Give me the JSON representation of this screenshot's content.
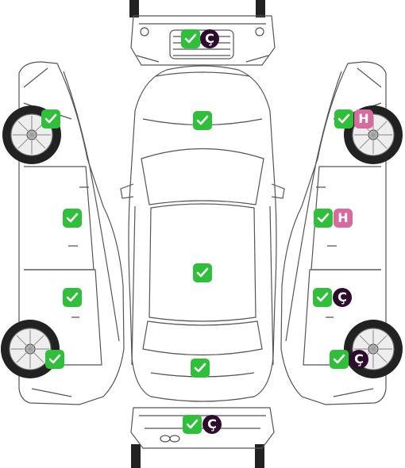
{
  "colors": {
    "ok": "#2fbf3a",
    "c_badge": "#2e0c2e",
    "h_badge": "#d96aa0",
    "line": "#555555",
    "tyre": "#222222"
  },
  "marks": {
    "front_bumper_ok": "check-icon",
    "front_bumper_badge": "Ç",
    "hood_ok": "check-icon",
    "roof_ok": "check-icon",
    "trunk_ok": "check-icon",
    "rear_bumper_ok": "check-icon",
    "rear_bumper_badge": "Ç",
    "left_front_fender_ok": "check-icon",
    "left_front_door_ok": "check-icon",
    "left_rear_door_ok": "check-icon",
    "left_rear_fender_ok": "check-icon",
    "right_front_fender_ok": "check-icon",
    "right_front_fender_badge": "H",
    "right_front_door_ok": "check-icon",
    "right_front_door_badge": "H",
    "right_rear_door_ok": "check-icon",
    "right_rear_door_badge": "Ç",
    "right_rear_fender_ok": "check-icon",
    "right_rear_fender_badge": "Ç"
  }
}
